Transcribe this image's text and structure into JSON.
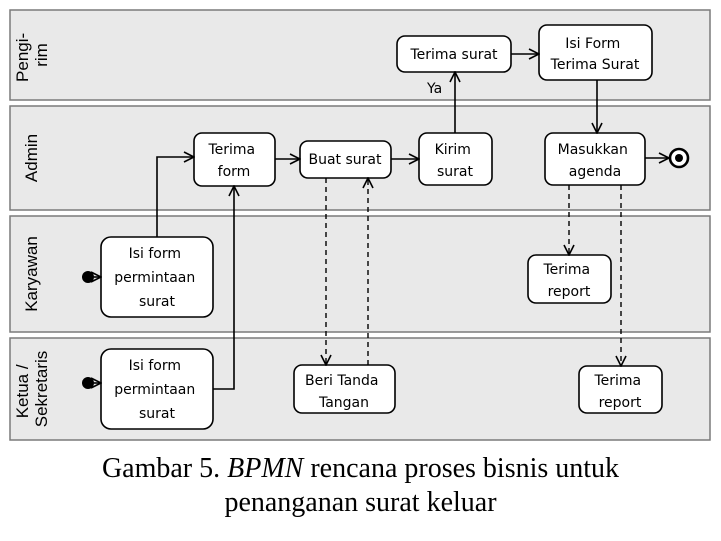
{
  "lanes": [
    {
      "id": "pengirim",
      "label_lines": [
        "Pengi-",
        "rim"
      ]
    },
    {
      "id": "admin",
      "label_lines": [
        "Admin"
      ]
    },
    {
      "id": "karyawan",
      "label_lines": [
        "Karyawan"
      ]
    },
    {
      "id": "ketua",
      "label_lines": [
        "Ketua /",
        "Sekretaris"
      ]
    }
  ],
  "tasks": [
    {
      "id": "terima-surat",
      "lines": [
        "Terima surat"
      ]
    },
    {
      "id": "isi-form-terima-surat",
      "lines": [
        "Isi Form",
        "Terima Surat"
      ]
    },
    {
      "id": "terima-form",
      "lines": [
        "Terima",
        "form"
      ]
    },
    {
      "id": "buat-surat",
      "lines": [
        "Buat surat"
      ]
    },
    {
      "id": "kirim-surat",
      "lines": [
        "Kirim",
        "surat"
      ]
    },
    {
      "id": "masukkan-agenda",
      "lines": [
        "Masukkan",
        "agenda"
      ]
    },
    {
      "id": "isi-form-karyawan",
      "lines": [
        "Isi form",
        "permintaan",
        "surat"
      ]
    },
    {
      "id": "terima-report-karyawan",
      "lines": [
        "Terima",
        "report"
      ]
    },
    {
      "id": "isi-form-ketua",
      "lines": [
        "Isi form",
        "permintaan",
        "surat"
      ]
    },
    {
      "id": "beri-tanda-tangan",
      "lines": [
        "Beri Tanda",
        "Tangan"
      ]
    },
    {
      "id": "terima-report-ketua",
      "lines": [
        "Terima",
        "report"
      ]
    }
  ],
  "gateway_label": "Ya",
  "caption": {
    "prefix": "Gambar 5. ",
    "emphasis": "BPMN",
    "rest_line1": " rencana proses bisnis untuk",
    "line2": "penanganan surat keluar"
  }
}
